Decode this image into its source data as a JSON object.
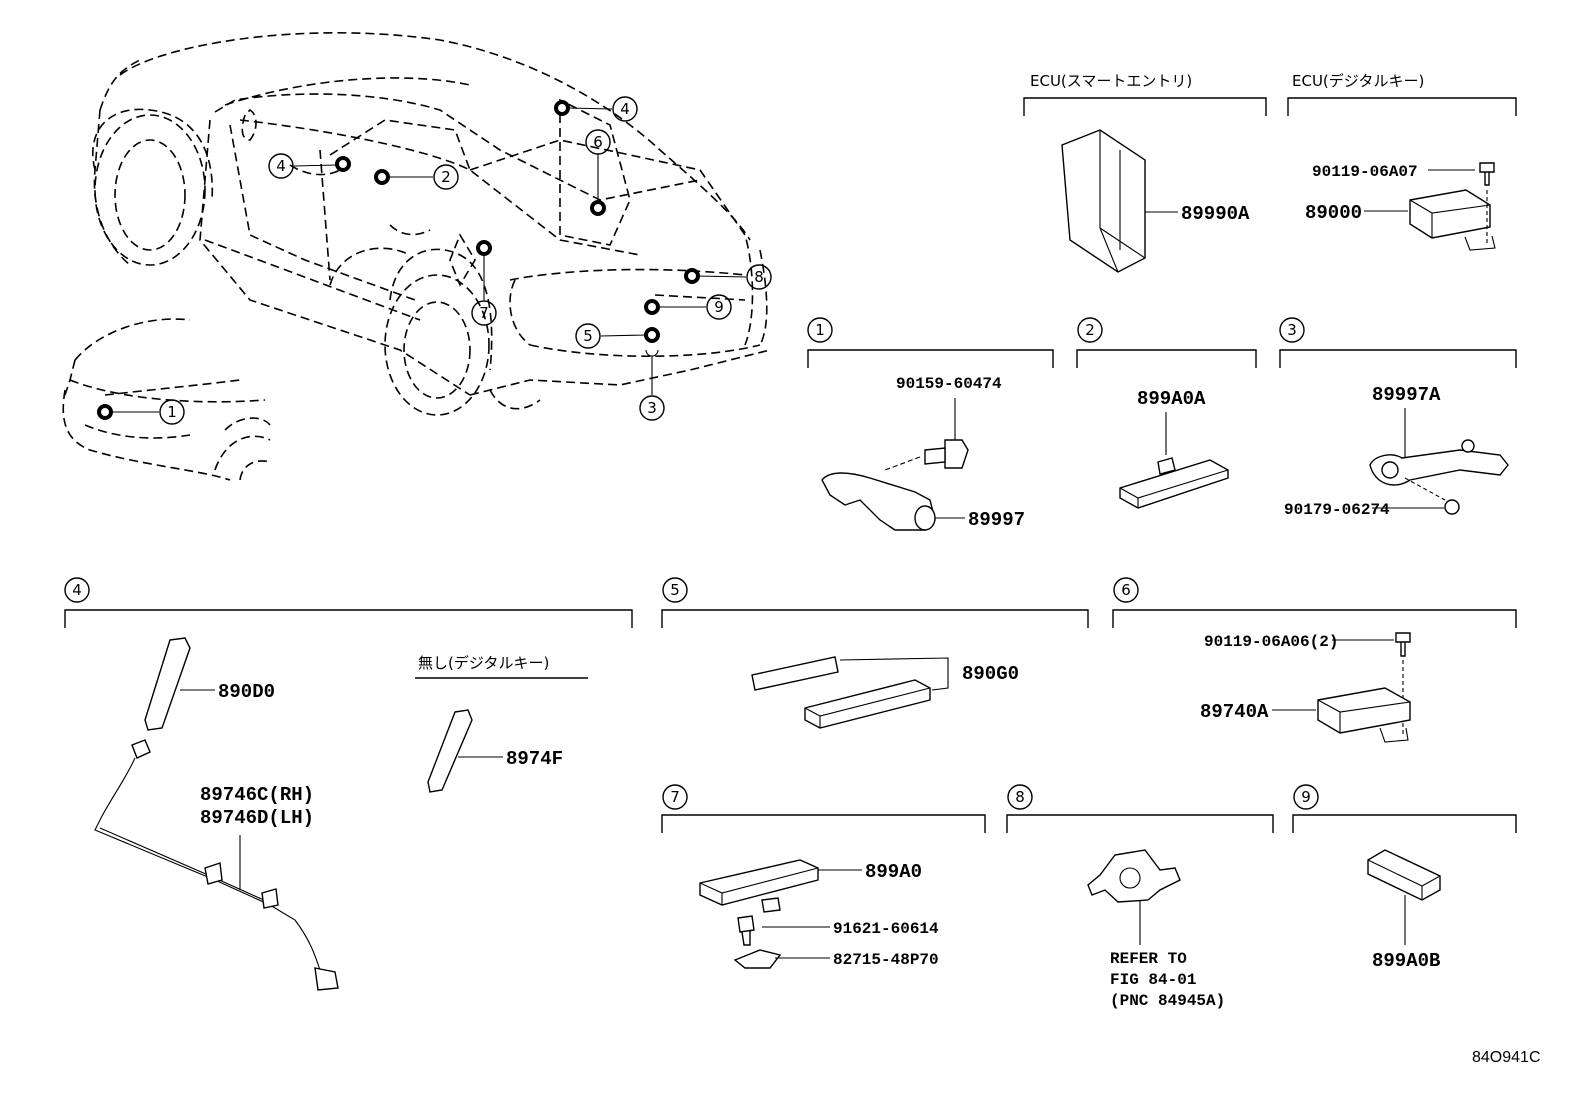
{
  "headers": {
    "ecu_smart_entry": "ECU(スマートエントリ)",
    "ecu_digital_key": "ECU(デジタルキー)",
    "without_digital_key": "無し(デジタルキー)"
  },
  "callouts": [
    "1",
    "2",
    "3",
    "4",
    "5",
    "6",
    "7",
    "8",
    "9"
  ],
  "parts": {
    "p89990A": "89990A",
    "p90119_06A07": "90119-06A07",
    "p89000": "89000",
    "p90159_60474": "90159-60474",
    "p89997": "89997",
    "p899A0A": "899A0A",
    "p89997A": "89997A",
    "p90179_06274": "90179-06274",
    "p890D0": "890D0",
    "p8974F": "8974F",
    "p89746C": "89746C(RH)",
    "p89746D": "89746D(LH)",
    "p890G0": "890G0",
    "p90119_06A06": "90119-06A06(2)",
    "p89740A": "89740A",
    "p899A0": "899A0",
    "p91621_60614": "91621-60614",
    "p82715_48P70": "82715-48P70",
    "p899A0B": "899A0B"
  },
  "refer": {
    "line1": "REFER TO",
    "line2": "FIG 84-01",
    "line3": "(PNC 84945A)"
  },
  "figure_id": "84O941C"
}
